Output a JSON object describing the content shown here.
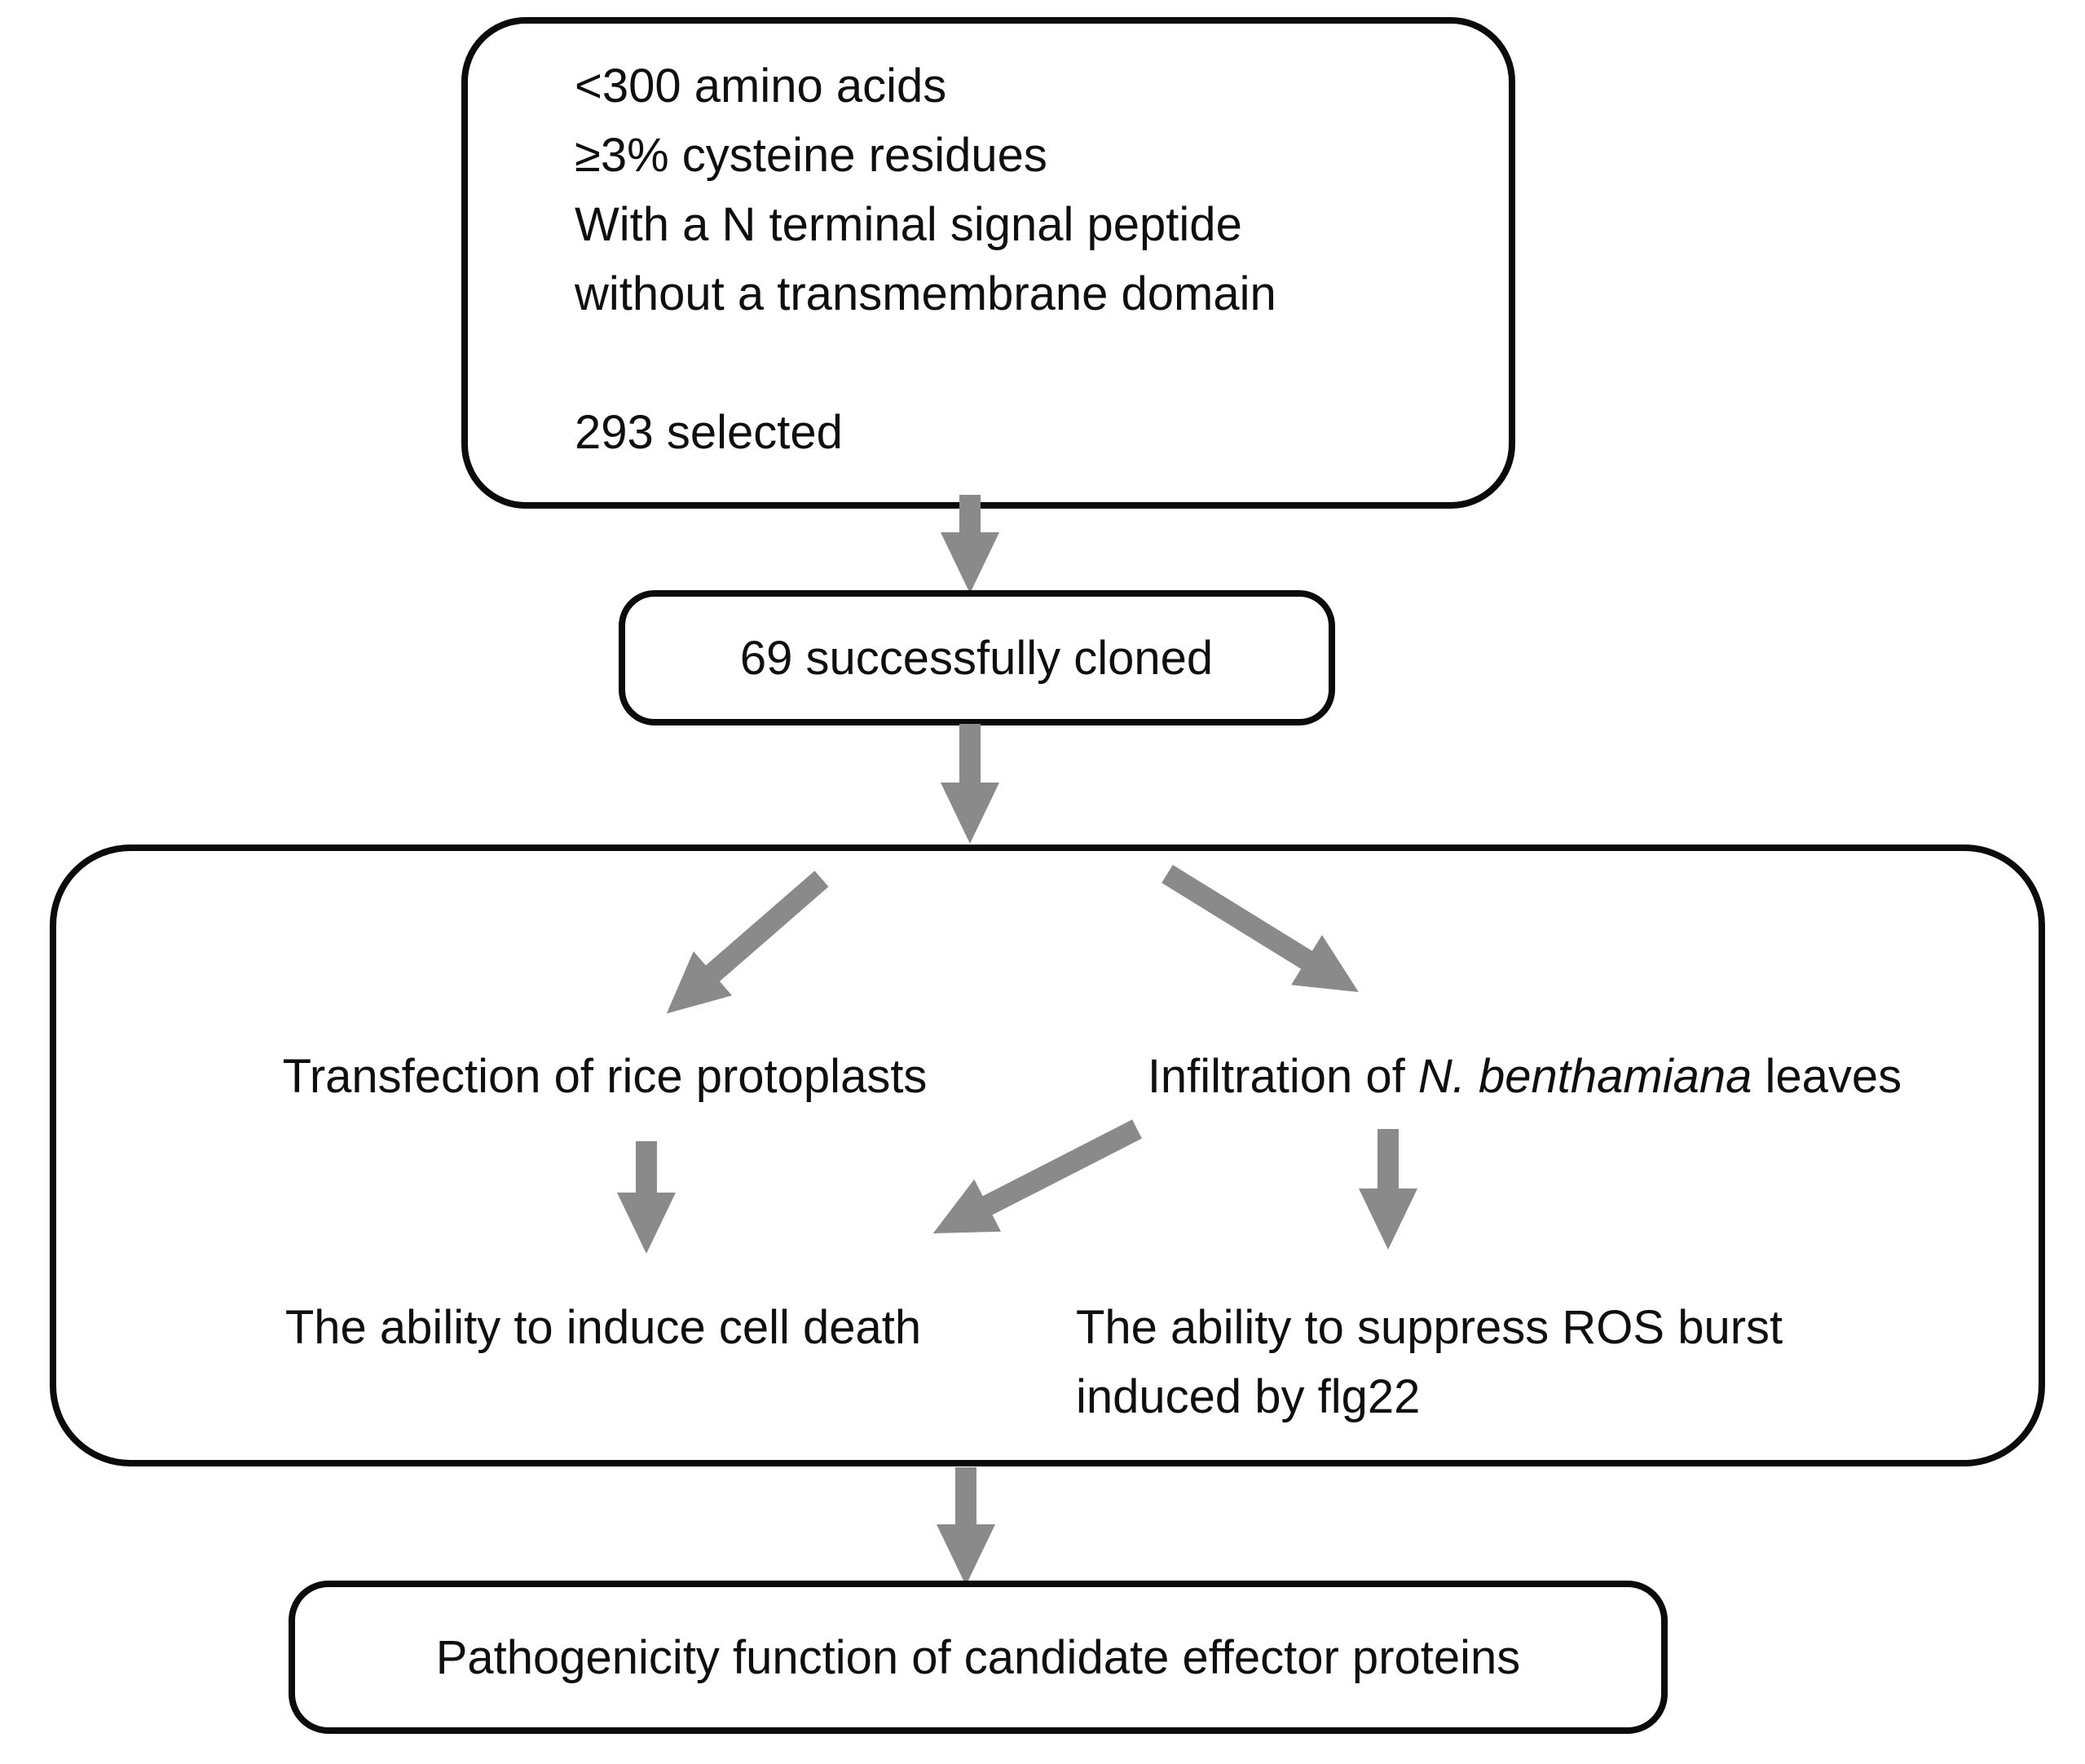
{
  "diagram": {
    "colors": {
      "arrow": "#8a8a8a",
      "border": "#0b0b0b",
      "text": "#0f0f0f",
      "background": "#ffffff"
    },
    "criteria_box": {
      "lines": [
        "<300 amino acids",
        "≥3% cysteine residues",
        "With a N terminal signal peptide",
        "without a transmembrane domain"
      ],
      "selected_count": "293 selected"
    },
    "cloned_box": {
      "label": "69 successfully cloned"
    },
    "assay_box": {
      "left_method": "Transfection of rice protoplasts",
      "right_method_prefix": "Infiltration of ",
      "right_method_species": "N. benthamiana",
      "right_method_suffix": " leaves",
      "left_readout": "The ability to induce cell death",
      "right_readout_line1": "The ability to suppress ROS burst",
      "right_readout_line2": "induced by flg22"
    },
    "outcome_box": {
      "label": "Pathogenicity function of candidate effector proteins"
    }
  }
}
